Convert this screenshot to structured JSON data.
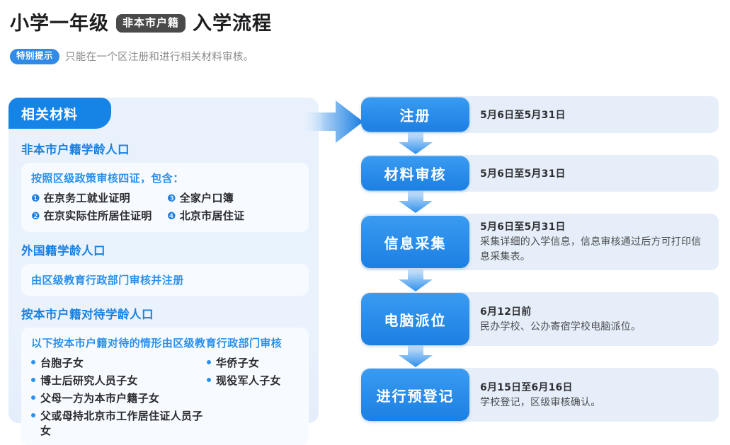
{
  "header": {
    "title_main": "小学一年级",
    "title_badge": "非本市户籍",
    "title_tail": "入学流程",
    "tip_badge": "特别提示",
    "tip_text": "只能在一个区注册和进行相关材料审核。"
  },
  "materials": {
    "tab_label": "相关材料",
    "groups": [
      {
        "title": "非本市户籍学龄人口",
        "lead": "按照区级政策审核四证，包含：",
        "items": [
          {
            "num": "❶",
            "text": "在京务工就业证明"
          },
          {
            "num": "❸",
            "text": "全家户口簿"
          },
          {
            "num": "❷",
            "text": "在京实际住所居住证明"
          },
          {
            "num": "❹",
            "text": "北京市居住证"
          }
        ]
      },
      {
        "title": "外国籍学龄人口",
        "line": "由区级教育行政部门审核并注册"
      },
      {
        "title": "按本市户籍对待学龄人口",
        "lead": "以下按本市户籍对待的情形由区级教育行政部门审核",
        "bullets": [
          "台胞子女",
          "华侨子女",
          "博士后研究人员子女",
          "现役军人子女",
          "父母一方为本市户籍子女",
          "",
          "父或母持北京市工作居住证人员子女",
          ""
        ]
      }
    ]
  },
  "flow": {
    "steps": [
      {
        "name": "注册",
        "date": "5月6日至5月31日",
        "desc": ""
      },
      {
        "name": "材料审核",
        "date": "5月6日至5月31日",
        "desc": ""
      },
      {
        "name": "信息采集",
        "date": "5月6日至5月31日",
        "desc": "采集详细的入学信息，信息审核通过后方可打印信息采集表。"
      },
      {
        "name": "电脑派位",
        "date": "6月12日前",
        "desc": "民办学校、公办寄宿学校电脑派位。"
      },
      {
        "name": "进行预登记",
        "date": "6月15日至6月16日",
        "desc": "学校登记，区级审核确认。"
      }
    ]
  },
  "colors": {
    "brand_blue": "#1683e6",
    "pill_blue": "#2b90ee",
    "panel_bg": "#e8f1fc",
    "row_bg": "#e6eff9",
    "badge_dark": "#4a4a4a",
    "text_dark": "#1d1d1f",
    "text_muted": "#8b8b90"
  }
}
